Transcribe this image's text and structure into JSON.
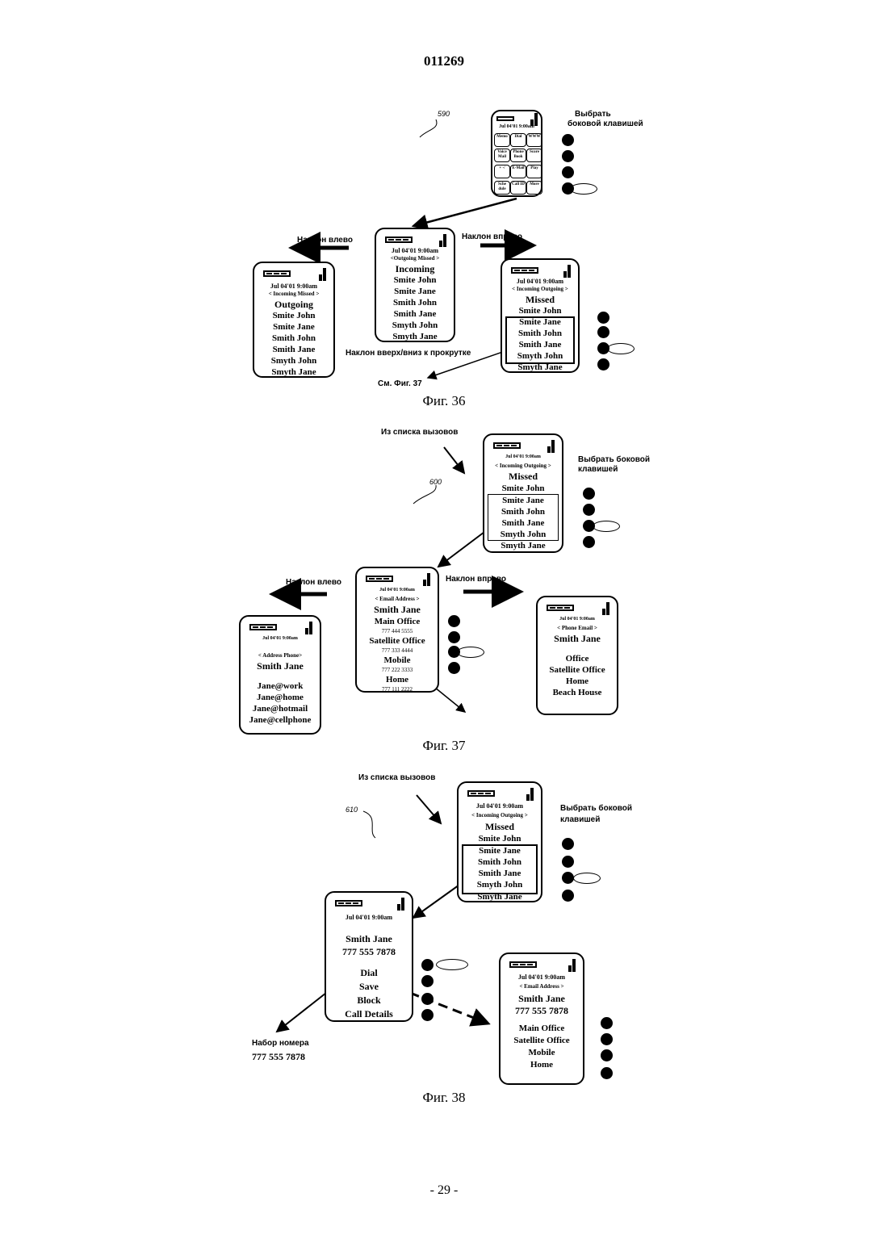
{
  "page_number": "011269",
  "footer": "- 29 -",
  "date": "Jul 04'01 9:00am",
  "fig36": {
    "caption": "Фиг. 36",
    "ref": "590",
    "select_side_key": [
      "Выбрать",
      "боковой клавишей"
    ],
    "tilt_left": "Наклон влево",
    "tilt_right": "Наклон вправо",
    "tilt_scroll": "Наклон вверх/вниз к прокрутке",
    "see_fig": "См. Фиг. 37",
    "keypad": [
      [
        "Memo",
        "Dial",
        "WWW"
      ],
      [
        "Voice Mail",
        "Phone Book",
        "Score"
      ],
      [
        "+ -/",
        "E-Mail",
        "Play"
      ],
      [
        "Sche dule",
        "Call ID",
        "More"
      ]
    ],
    "center": {
      "tabs": "<Outgoing    Missed >",
      "title": "Incoming",
      "items": [
        "Smite John",
        "Smite Jane",
        "Smith John",
        "Smith Jane",
        "Smyth John",
        "Smyth Jane"
      ]
    },
    "left": {
      "tabs": "< Incoming      Missed >",
      "title": "Outgoing",
      "items": [
        "Smite John",
        "Smite Jane",
        "Smith John",
        "Smith Jane",
        "Smyth John",
        "Smyth Jane"
      ]
    },
    "right": {
      "tabs": "< Incoming   Outgoing >",
      "title": "Missed",
      "items": [
        "Smite John",
        "Smite Jane",
        "Smith John",
        "Smith Jane",
        "Smyth John",
        "Smyth Jane"
      ]
    }
  },
  "fig37": {
    "caption": "Фиг. 37",
    "ref": "600",
    "from_calls": "Из списка вызовов",
    "select_side_key": [
      "Выбрать боковой",
      "клавишей"
    ],
    "tilt_left": "Наклон влево",
    "tilt_right": "Наклон вправо",
    "top": {
      "tabs": "< Incoming   Outgoing >",
      "title": "Missed",
      "items": [
        "Smite John",
        "Smite Jane",
        "Smith John",
        "Smith Jane",
        "Smyth John",
        "Smyth Jane"
      ]
    },
    "center": {
      "tabs": "< Email     Address >",
      "name": "Smith Jane",
      "entries": [
        {
          "label": "Main Office",
          "number": "777 444 5555"
        },
        {
          "label": "Satellite Office",
          "number": "777 333 4444"
        },
        {
          "label": "Mobile",
          "number": "777 222 3333"
        },
        {
          "label": "Home",
          "number": "777 111 2222"
        }
      ]
    },
    "left": {
      "tabs": "< Address    Phone>",
      "name": "Smith Jane",
      "items": [
        "Jane@work",
        "Jane@home",
        "Jane@hotmail",
        "Jane@cellphone"
      ]
    },
    "right": {
      "tabs": "< Phone    Email >",
      "name": "Smith Jane",
      "items": [
        "Office",
        "Satellite Office",
        "Home",
        "Beach House"
      ]
    }
  },
  "fig38": {
    "caption": "Фиг. 38",
    "ref": "610",
    "from_calls": "Из списка вызовов",
    "select_side_key": [
      "Выбрать боковой",
      "клавишей"
    ],
    "dialing": "Набор номера",
    "dialing_number": "777 555 7878",
    "top": {
      "tabs": "< Incoming   Outgoing >",
      "title": "Missed",
      "items": [
        "Smite John",
        "Smite Jane",
        "Smith John",
        "Smith Jane",
        "Smyth John",
        "Smyth Jane"
      ]
    },
    "center": {
      "name": "Smith Jane",
      "number": "777 555 7878",
      "actions": [
        "Dial",
        "Save",
        "Block",
        "Call Details"
      ]
    },
    "right": {
      "tabs": "< Email     Address >",
      "name": "Smith Jane",
      "number": "777 555 7878",
      "items": [
        "Main Office",
        "Satellite Office",
        "Mobile",
        "Home"
      ]
    }
  }
}
